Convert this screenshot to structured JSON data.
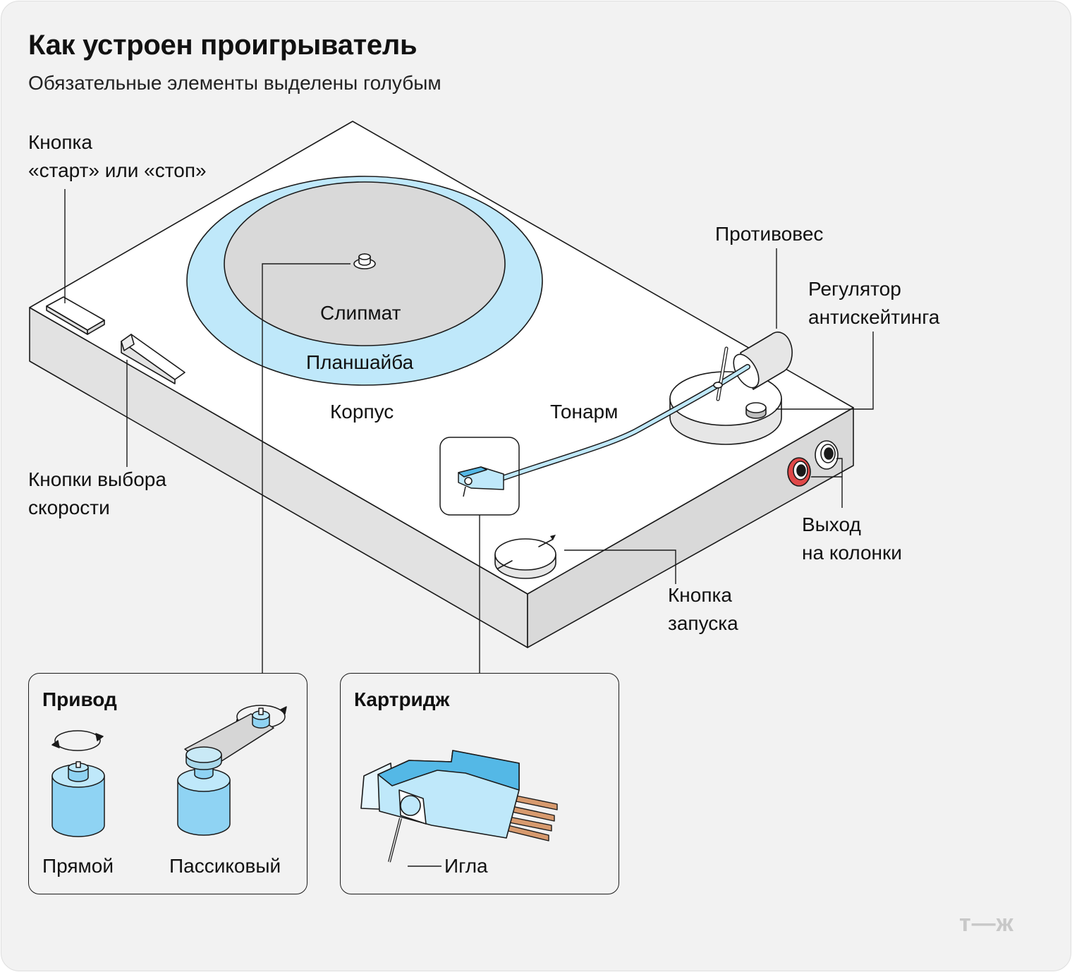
{
  "title": "Как устроен проигрыватель",
  "subtitle": "Обязательные элементы выделены голубым",
  "labels": {
    "start_stop": "Кнопка\n«старт» или «стоп»",
    "speed": "Кнопки выбора\nскорости",
    "slipmat": "Слипмат",
    "platter": "Планшайба",
    "body": "Корпус",
    "tonearm": "Тонарм",
    "counterweight": "Противовес",
    "antiskating": "Регулятор\nантискейтинга",
    "output": "Выход\nна колонки",
    "power": "Кнопка\nзапуска"
  },
  "drive": {
    "title": "Привод",
    "direct": "Прямой",
    "belt": "Пассиковый"
  },
  "cartridge": {
    "title": "Картридж",
    "needle": "Игла"
  },
  "logo": "т—ж",
  "colors": {
    "background": "#f2f2f2",
    "blue_light": "#bfe8fa",
    "blue_mid": "#8fd3f3",
    "blue_dark": "#54b8e6",
    "slipmat": "#d9d9d9",
    "body_top": "#ffffff",
    "body_side": "#e2e2e2",
    "copper": "#d79a6e",
    "red_jack": "#e04848"
  }
}
